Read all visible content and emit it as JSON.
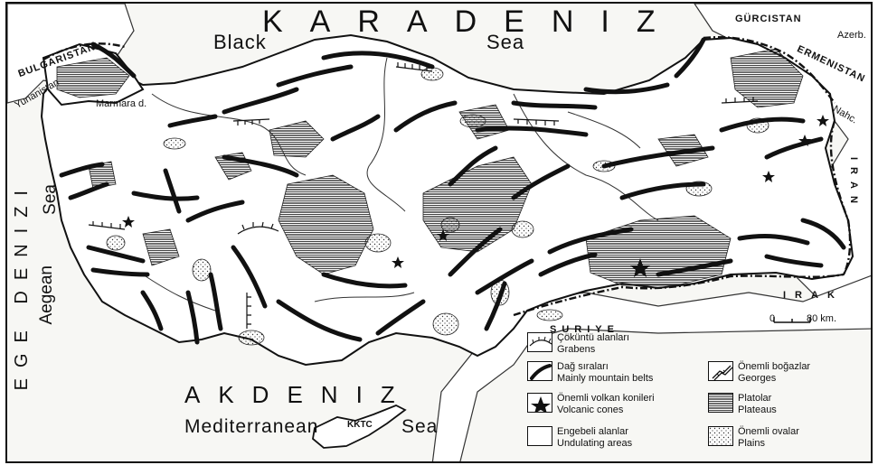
{
  "seas": {
    "black_tr": "KARADENIZ",
    "black_en_1": "Black",
    "black_en_2": "Sea",
    "med_tr": "AKDENIZ",
    "med_en_1": "Mediterranean",
    "med_en_2": "Sea",
    "aegean_tr": "EGE DENIZI",
    "aegean_en_1": "Aegean",
    "aegean_en_2": "Sea",
    "marmara": "Marmara d."
  },
  "countries": {
    "bulgaria": "BULGARISTAN",
    "greece": "Yunanistan",
    "georgia": "GÜRCISTAN",
    "armenia": "ERMENISTAN",
    "azerbaijan": "Azerb.",
    "nakh": "Nahc.",
    "iran": "IRAN",
    "iraq": "IRAK",
    "syria": "SURIYE",
    "kktc": "KKTC"
  },
  "scale": {
    "start": "0",
    "end": "80 km."
  },
  "legend": [
    {
      "id": "grabens",
      "tr": "Çöküntü alanları",
      "en": "Grabens"
    },
    {
      "id": "mountains",
      "tr": "Dağ sıraları",
      "en": "Mainly mountain belts"
    },
    {
      "id": "volcanic",
      "tr": "Önemli volkan konileri",
      "en": "Volcanic cones"
    },
    {
      "id": "undulating",
      "tr": "Engebeli alanlar",
      "en": "Undulating areas"
    },
    {
      "id": "georges",
      "tr": "Önemli boğazlar",
      "en": "Georges"
    },
    {
      "id": "plateaus",
      "tr": "Platolar",
      "en": "Plateaus"
    },
    {
      "id": "plains",
      "tr": "Önemli ovalar",
      "en": "Plains"
    }
  ]
}
